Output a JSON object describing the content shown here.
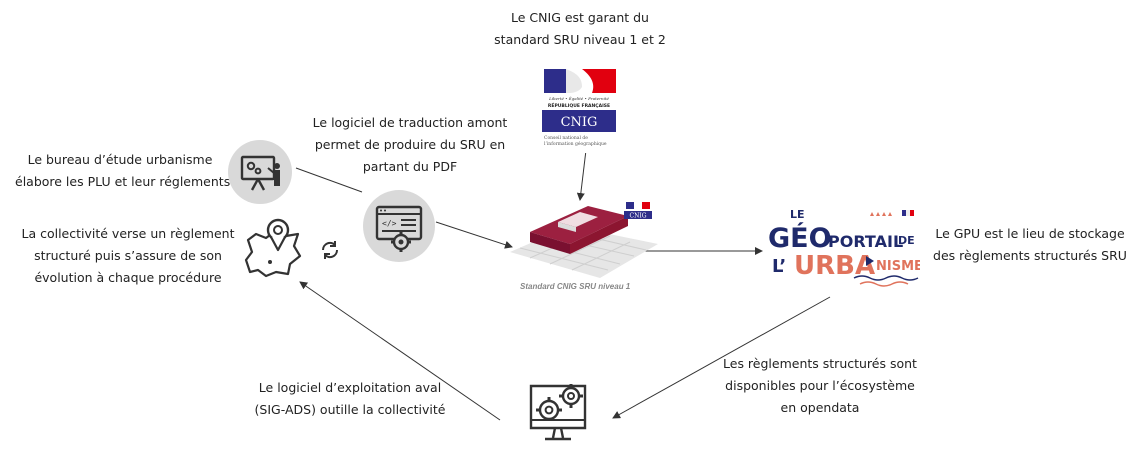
{
  "labels": {
    "cnig_line1": "Le CNIG est garant du",
    "cnig_line2": "standard SRU niveau 1 et 2",
    "logiciel_line1": "Le logiciel de traduction amont",
    "logiciel_line2": "permet de produire du SRU en",
    "logiciel_line3": "partant du PDF",
    "bureau_line1": "Le bureau d’étude urbanisme",
    "bureau_line2": "élabore les PLU et leur réglements",
    "collectivite_line1": "La collectivité verse un règlement",
    "collectivite_line2": "structuré puis s’assure de son",
    "collectivite_line3": "évolution à chaque procédure",
    "gpu_line1": "Le GPU est le lieu de stockage",
    "gpu_line2": "des règlements structurés SRU",
    "opendata_line1": "Les règlements structurés sont",
    "opendata_line2": "disponibles pour l’écosystème",
    "opendata_line3": "en opendata",
    "aval_line1": "Le logiciel d’exploitation aval",
    "aval_line2": "(SIG-ADS) outille la collectivité"
  },
  "cnig_logo": {
    "motto": "Liberté • Égalité • Fraternité",
    "republique": "RÉPUBLIQUE FRANÇAISE",
    "name": "CNIG",
    "sub1": "Conseil national de",
    "sub2": "l’information géographique"
  },
  "gpu_logo": {
    "le": "LE",
    "geo": "GÉO",
    "portail": "PORTAIL",
    "de": "DE",
    "l": "L’",
    "urba": "URBA",
    "nisme": "NISME"
  },
  "sru_image": {
    "caption": "Standard CNIG SRU niveau 1",
    "badge": "CNIG"
  },
  "colors": {
    "text": "#222222",
    "icon_bg": "#d9d9d9",
    "icon_dark": "#333333",
    "arrow": "#333333",
    "cnig_blue": "#2d2d8a",
    "marianne_red": "#e1000f",
    "gpu_navy": "#1f2a6b",
    "gpu_coral": "#e0735c",
    "sru_red": "#8c1530"
  }
}
